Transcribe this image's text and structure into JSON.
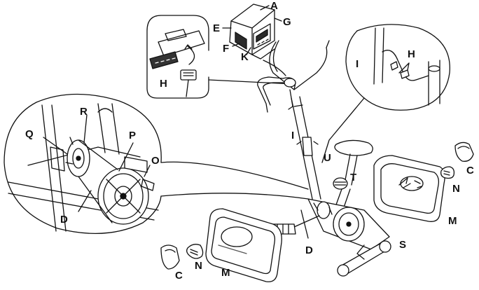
{
  "diagram": {
    "labels": {
      "A": "A",
      "G": "G",
      "E": "E",
      "F": "F",
      "K": "K",
      "H_left": "H",
      "H_right": "H",
      "I_right": "I",
      "I_center": "I",
      "R": "R",
      "Q": "Q",
      "P": "P",
      "O": "O",
      "D_left": "D",
      "U": "U",
      "T": "T",
      "C_right": "C",
      "N_right": "N",
      "M_right": "M",
      "D_center": "D",
      "S": "S",
      "C_bottom": "C",
      "N_bottom": "N",
      "M_bottom": "M"
    },
    "colors": {
      "line": "#111111",
      "fill": "#ffffff",
      "shade": "#2a2a2a"
    }
  }
}
